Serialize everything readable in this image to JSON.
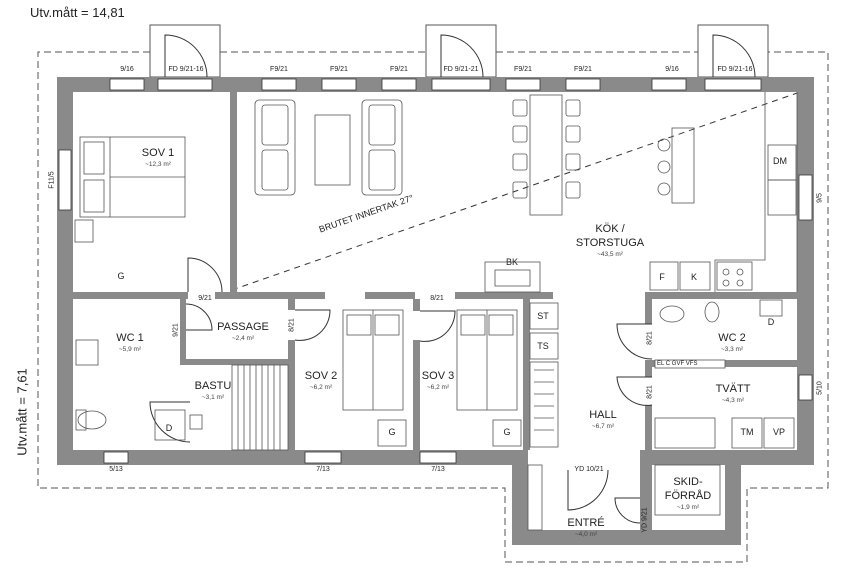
{
  "dimensions": {
    "width": "Utv.mått = 14,81",
    "height": "Utv.mått = 7,61"
  },
  "rooms": {
    "sov1": {
      "name": "SOV 1",
      "area": "~12,3 m²"
    },
    "kok": {
      "name_line1": "KÖK /",
      "name_line2": "STORSTUGA",
      "area": "~43,5 m²"
    },
    "wc1": {
      "name": "WC 1",
      "area": "~5,9 m²"
    },
    "passage": {
      "name": "PASSAGE",
      "area": "~2,4 m²"
    },
    "bastu": {
      "name": "BASTU",
      "area": "~3,1 m²"
    },
    "sov2": {
      "name": "SOV 2",
      "area": "~6,2 m²"
    },
    "sov3": {
      "name": "SOV 3",
      "area": "~6,2 m²"
    },
    "wc2": {
      "name": "WC 2",
      "area": "~3,3 m²"
    },
    "tvatt": {
      "name": "TVÄTT",
      "area": "~4,3 m²"
    },
    "hall": {
      "name": "HALL",
      "area": "~6,7 m²"
    },
    "entre": {
      "name": "ENTRÉ",
      "area": "~4,0 m²"
    },
    "skid": {
      "name_line1": "SKID-",
      "name_line2": "FÖRRÅD",
      "area": "~1,9 m²"
    }
  },
  "ceiling_note": "BRUTET INNERTAK 27°",
  "windows_top": [
    "9/16",
    "FD 9/21-16",
    "F9/21",
    "F9/21",
    "F9/21",
    "FD 9/21-21",
    "F9/21",
    "F9/21",
    "9/16",
    "FD 9/21-16"
  ],
  "windows_bottom": [
    "5/13",
    "7/13",
    "7/13"
  ],
  "windows_side": {
    "left": "F11/5",
    "right_top": "9/5",
    "right_bottom": "5/10"
  },
  "doors": {
    "sov1_door": "9/21",
    "wc1_door": "9/21",
    "passage_door": "8/21",
    "sov3_door": "8/21",
    "wc2_door": "8/21",
    "tvatt_door": "8/21",
    "entry_door": "YD 10/21",
    "skid_door": "YD 9/21"
  },
  "fixtures": {
    "g": "G",
    "d": "D",
    "dm": "DM",
    "f": "F",
    "k": "K",
    "bk": "BK",
    "st": "ST",
    "ts": "TS",
    "tm": "TM",
    "vp": "VP",
    "strip": "EL  C  GVF   VFS"
  }
}
